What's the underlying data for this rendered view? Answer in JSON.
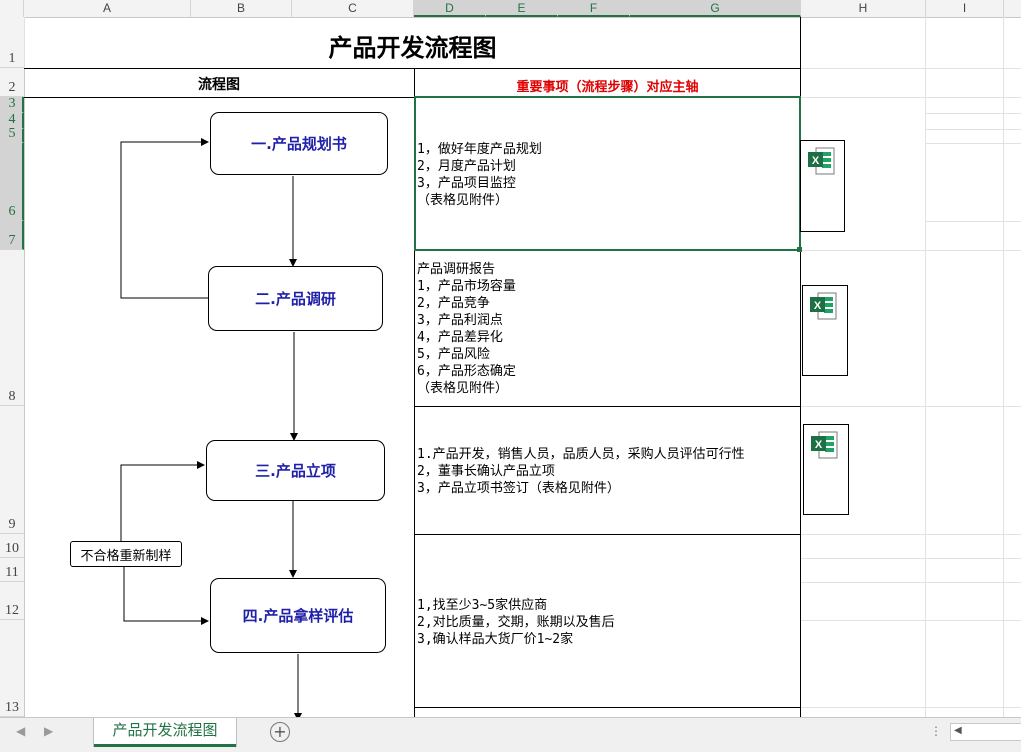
{
  "columns": [
    "A",
    "B",
    "C",
    "D",
    "E",
    "F",
    "G",
    "H",
    "I"
  ],
  "rows": [
    "1",
    "2",
    "3",
    "4",
    "5",
    "6",
    "7",
    "8",
    "9",
    "10",
    "11",
    "12",
    "13"
  ],
  "sheet": {
    "title": "产品开发流程图",
    "col_header_left": "流程图",
    "col_header_right": "重要事项（流程步骤）对应主轴"
  },
  "flow": {
    "step1": "一.产品规划书",
    "step2": "二.产品调研",
    "step3": "三.产品立项",
    "step4": "四.产品拿样评估",
    "retry_label": "不合格重新制样"
  },
  "notes": {
    "row6": "1，做好年度产品规划\n2，月度产品计划\n3，产品项目监控\n（表格见附件）",
    "row8": "产品调研报告\n1，产品市场容量\n2，产品竞争\n3，产品利润点\n4，产品差异化\n5，产品风险\n6，产品形态确定\n（表格见附件）",
    "row9": "1.产品开发，销售人员，品质人员，采购人员评估可行性\n2，董事长确认产品立项\n3，产品立项书签订（表格见附件）",
    "row12": "1,找至少3~5家供应商\n2,对比质量，交期，账期以及售后\n3,确认样品大货厂价1~2家"
  },
  "attachments": [
    "excel-file-icon",
    "excel-file-icon",
    "excel-file-icon"
  ],
  "tabbar": {
    "active_sheet": "产品开发流程图",
    "add_sheet": "+"
  },
  "colors": {
    "accent": "#217346",
    "flow_text": "#1f1fa8",
    "header_red": "#e00000"
  }
}
